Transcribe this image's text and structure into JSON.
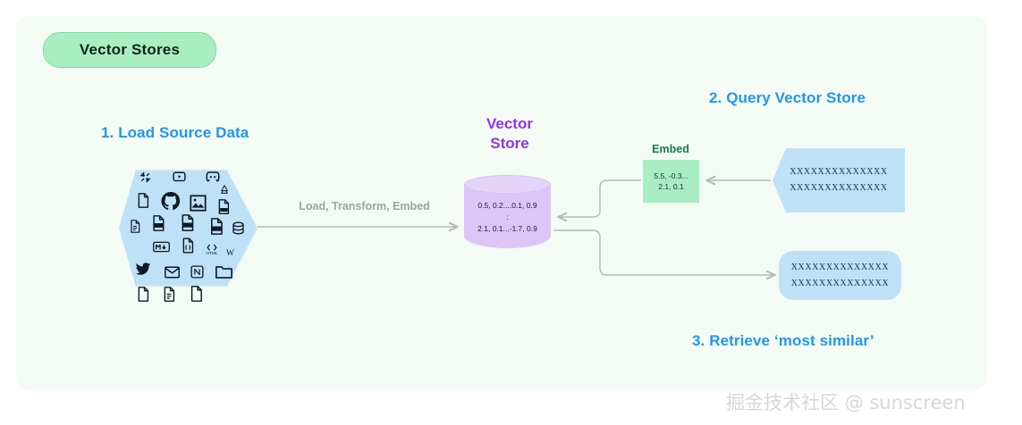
{
  "card": {
    "title_pill": "Vector Stores"
  },
  "steps": {
    "one": "1. Load Source Data",
    "two": "2. Query Vector Store",
    "three": "3. Retrieve ‘most similar’"
  },
  "pipeline": {
    "arrow_caption": "Load, Transform, Embed"
  },
  "vector_store": {
    "title_line1": "Vector",
    "title_line2": "Store",
    "contents": "0.5, 0.2....0.1, 0.9\n:\n2.1, 0.1...-1.7, 0.9"
  },
  "embed": {
    "label": "Embed",
    "values": "5.5, -0.3...\n2.1, 0.1"
  },
  "query": {
    "text": "XXXXXXXXXXXXXX\nXXXXXXXXXXXXXX"
  },
  "retrieve": {
    "text": "XXXXXXXXXXXXXX\nXXXXXXXXXXXXXX"
  },
  "sources": {
    "icons": [
      "slack-icon",
      "youtube-icon",
      "discord-icon",
      "file-icon",
      "github-icon",
      "image-icon",
      "google-drive-icon",
      "csv-file-icon",
      "document-icon",
      "pdf-file-icon",
      "ppt-file-icon",
      "txt-file-icon",
      "database-icon",
      "markdown-icon",
      "json-file-icon",
      "html-file-icon",
      "wikipedia-icon",
      "twitter-icon",
      "email-icon",
      "notion-icon",
      "folder-icon",
      "blank-file-icon",
      "text-file-icon",
      "page-file-icon"
    ]
  },
  "watermark": {
    "text": "掘金技术社区 @ sunscreen"
  },
  "colors": {
    "card_bg": "#f4fbf4",
    "pill_bg": "#a8eec1",
    "step_blue": "#2196f3",
    "vector_purple": "#9333ea",
    "cylinder": "#ddc6f7",
    "source_blue": "#bfe1f8",
    "embed_green": "#a9edc4",
    "connector_gray": "#b3b9b3"
  }
}
